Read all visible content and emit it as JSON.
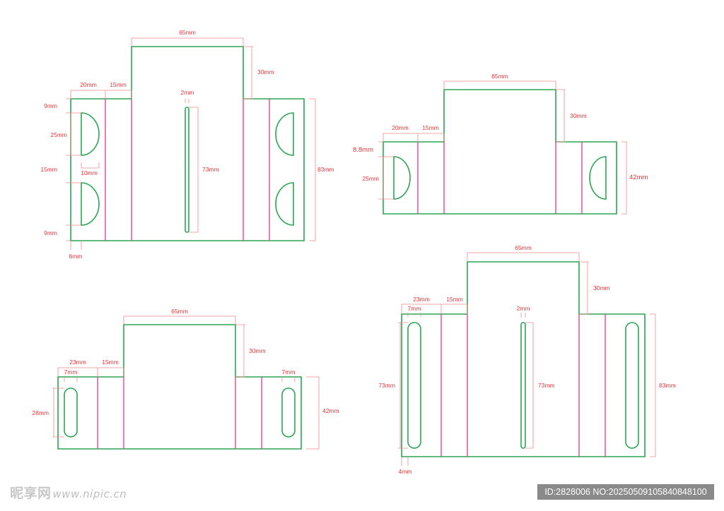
{
  "diagrams": [
    {
      "id": "template-1",
      "labels": {
        "top_width": "65mm",
        "flap_height": "30mm",
        "side_a": "20mm",
        "side_b": "15mm",
        "slot_width": "2mm",
        "slot_length": "73mm",
        "total_height": "83mm",
        "gap_top": "9mm",
        "cut_height": "25mm",
        "cut_depth": "10mm",
        "gap_mid": "15mm",
        "gap_bottom": "9mm",
        "edge_offset": "6mm"
      }
    },
    {
      "id": "template-2",
      "labels": {
        "top_width": "65mm",
        "flap_height": "30mm",
        "side_a": "20mm",
        "side_b": "15mm",
        "gap_top": "8.8mm",
        "cut_height": "25mm",
        "total_height": "42mm"
      }
    },
    {
      "id": "template-3",
      "labels": {
        "top_width": "65mm",
        "flap_height": "30mm",
        "side_a": "23mm",
        "side_b": "15mm",
        "slot_width_left": "7mm",
        "slot_width_right": "7mm",
        "slot_height": "28mm",
        "total_height": "42mm"
      }
    },
    {
      "id": "template-4",
      "labels": {
        "top_width": "65mm",
        "flap_height": "30mm",
        "side_a": "23mm",
        "side_b": "15mm",
        "slot_width_left": "7mm",
        "center_slot_width": "2mm",
        "left_slot_length": "73mm",
        "center_slot_length": "73mm",
        "total_height": "83mm",
        "edge_offset": "4mm"
      }
    }
  ],
  "colors": {
    "cut_line": "#2aa653",
    "fold_line": "#e0489b",
    "dimension_text": "#e8343a",
    "dimension_line": "#ef8a8a"
  },
  "watermark": {
    "brand": "昵享网",
    "url": "www.nipic.cn"
  },
  "image_id": "ID:2828006 NO:20250509105840848100"
}
